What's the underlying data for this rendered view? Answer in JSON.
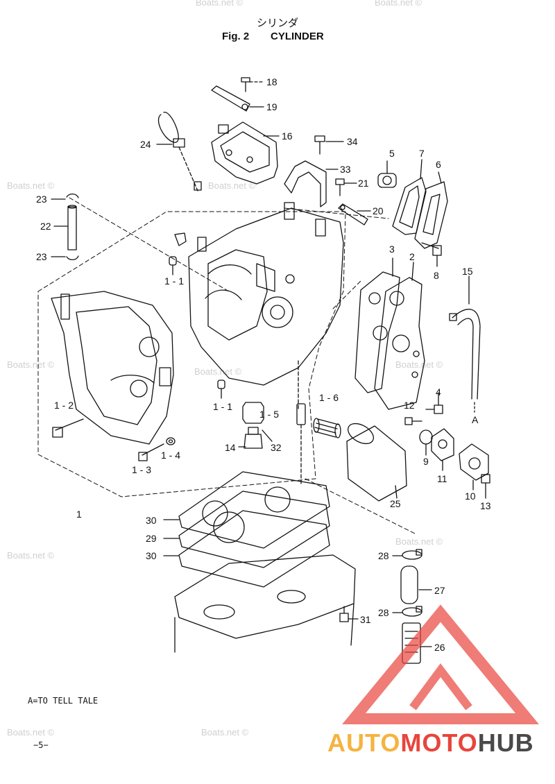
{
  "title": {
    "japanese": "シリンダ",
    "fig": "Fig. 2",
    "name": "CYLINDER"
  },
  "note": "A=TO TELL TALE",
  "page_number": "−5−",
  "watermark": "Boats.net ©",
  "logo": {
    "part1": "AUTO",
    "part2": "MOTO",
    "part3": "HUB",
    "colors": {
      "auto": "#f5b340",
      "moto": "#e8453c",
      "hub": "#4a4a4a",
      "triangle": "#e8453c"
    }
  },
  "callouts": {
    "c18": "18",
    "c19": "19",
    "c16": "16",
    "c24": "24",
    "c34": "34",
    "c5": "5",
    "c7": "7",
    "c6": "6",
    "c33": "33",
    "c21": "21",
    "c20": "20",
    "c23a": "23",
    "c22": "22",
    "c23b": "23",
    "c8": "8",
    "c3": "3",
    "c2": "2",
    "c15": "15",
    "c1_1a": "1 - 1",
    "c1_1b": "1 - 1",
    "c1_2": "1 - 2",
    "c1_3": "1 - 3",
    "c1_4": "1 - 4",
    "c1_5": "1 - 5",
    "c1_6": "1 - 6",
    "c4": "4",
    "c12": "12",
    "c9": "9",
    "c11": "11",
    "c10": "10",
    "c13": "13",
    "cA": "A",
    "c14": "14",
    "c32": "32",
    "c25": "25",
    "c1": "1",
    "c30a": "30",
    "c29": "29",
    "c30b": "30",
    "c28a": "28",
    "c27": "27",
    "c28b": "28",
    "c31": "31",
    "c26": "26"
  }
}
